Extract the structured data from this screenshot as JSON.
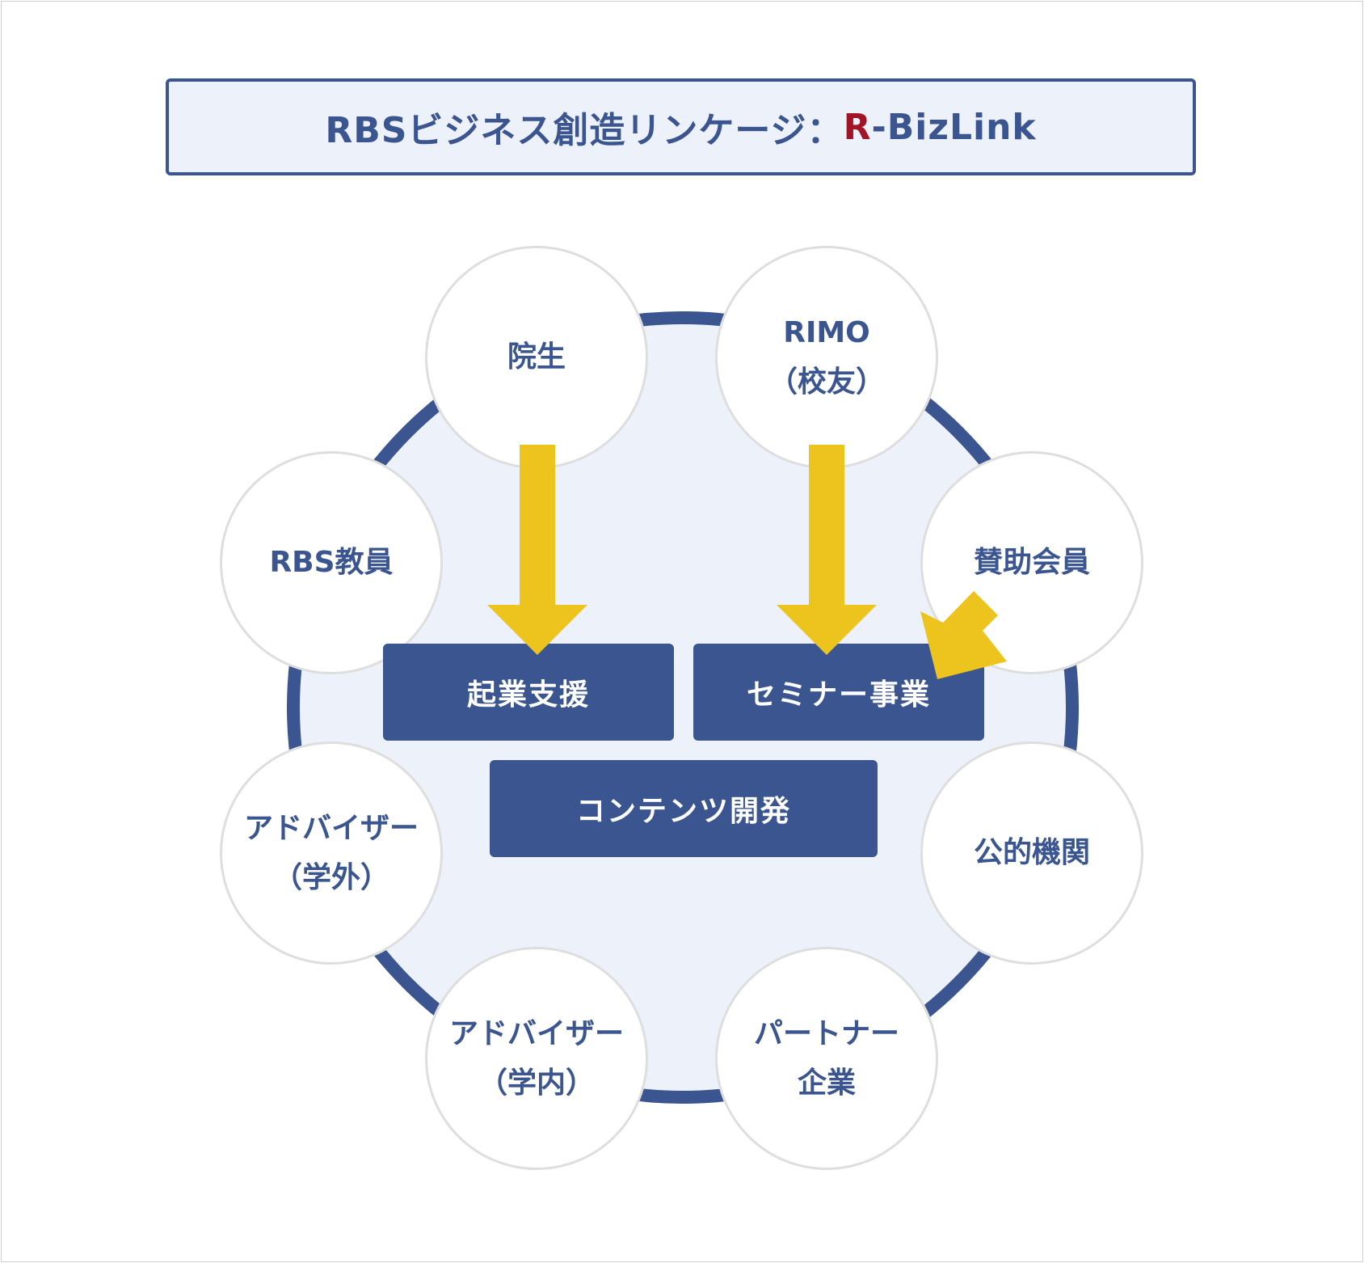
{
  "title": {
    "main": "RBSビジネス創造リンケージ：",
    "accent": "R",
    "tail": "-BizLink"
  },
  "colors": {
    "navy": "#3b5590",
    "accent_red": "#a31426",
    "arrow_yellow": "#edc41d",
    "inner_fill": "#edf1fa"
  },
  "nodes": {
    "insei": {
      "line1": "院生",
      "line2": ""
    },
    "rimo": {
      "line1": "RIMO",
      "line2": "（校友）"
    },
    "rbs_faculty": {
      "line1": "RBS教員",
      "line2": ""
    },
    "supporting_members": {
      "line1": "賛助会員",
      "line2": ""
    },
    "advisor_external": {
      "line1": "アドバイザー",
      "line2": "（学外）"
    },
    "public_institutions": {
      "line1": "公的機関",
      "line2": ""
    },
    "advisor_internal": {
      "line1": "アドバイザー",
      "line2": "（学内）"
    },
    "partner_companies": {
      "line1": "パートナー",
      "line2": "企業"
    }
  },
  "activities": {
    "startup_support": "起業支援",
    "seminar_business": "セミナー事業",
    "content_development": "コンテンツ開発"
  }
}
